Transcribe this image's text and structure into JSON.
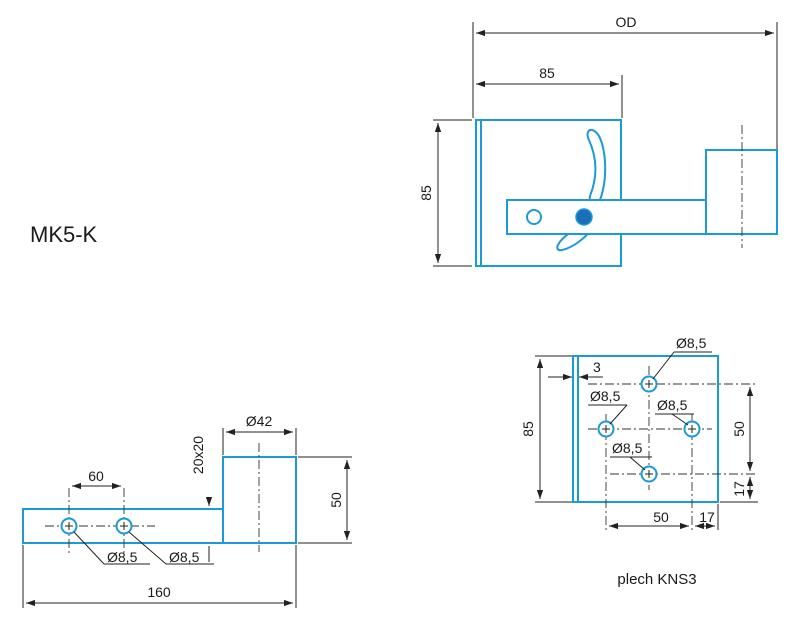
{
  "title": "MK5-K",
  "plate_caption": "plech KNS3",
  "colors": {
    "part_outline": "#1b9ad6",
    "dimension": "#222222",
    "hole_fill": "#1b6fb8"
  },
  "dimensions": {
    "top_od": "OD",
    "top_width": "85",
    "top_height": "85",
    "side_spacing": "60",
    "side_hole_left": "Ø8,5",
    "side_hole_right": "Ø8,5",
    "side_tube_diameter": "Ø42",
    "side_tube_height": "50",
    "side_section": "20x20",
    "side_length": "160",
    "plate_offset": "3",
    "plate_height": "85",
    "plate_hole_top": "Ø8,5",
    "plate_hole_left": "Ø8,5",
    "plate_hole_right": "Ø8,5",
    "plate_hole_bottom": "Ø8,5",
    "plate_vspacing": "50",
    "plate_bottom_edge": "17",
    "plate_hspacing": "50",
    "plate_right_edge": "17"
  }
}
